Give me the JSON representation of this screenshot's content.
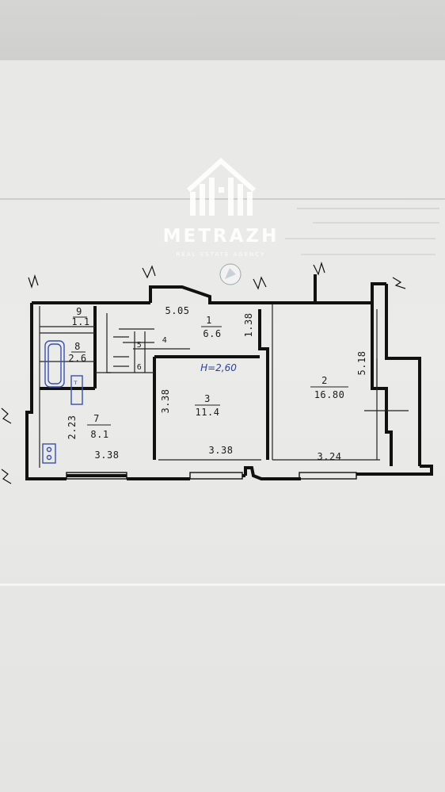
{
  "watermark": {
    "brand": "METRAZH",
    "tagline": "REAL ESTATE AGENCY"
  },
  "plan": {
    "ceiling_height": "H=2,60",
    "rooms": [
      {
        "number": "1",
        "area": "6.6"
      },
      {
        "number": "2",
        "area": "16.80"
      },
      {
        "number": "3",
        "area": "11.4"
      },
      {
        "number": "7",
        "area": "8.1"
      },
      {
        "number": "8",
        "area": "2.6"
      },
      {
        "number": "9",
        "area": "1.1"
      }
    ],
    "small_marks": [
      "5",
      "6",
      "4"
    ],
    "dimensions": {
      "corridor_length": "5.05",
      "corridor_width": "1.38",
      "room2_depth": "5.18",
      "room3_depth": "3.38",
      "room7_depth": "2.23",
      "room7_width": "3.38",
      "room3_width": "3.38",
      "room2_width": "3.24"
    }
  },
  "colors": {
    "wall": "#111111",
    "fixture": "#3a4fb0",
    "paper": "#e8e8e6"
  }
}
